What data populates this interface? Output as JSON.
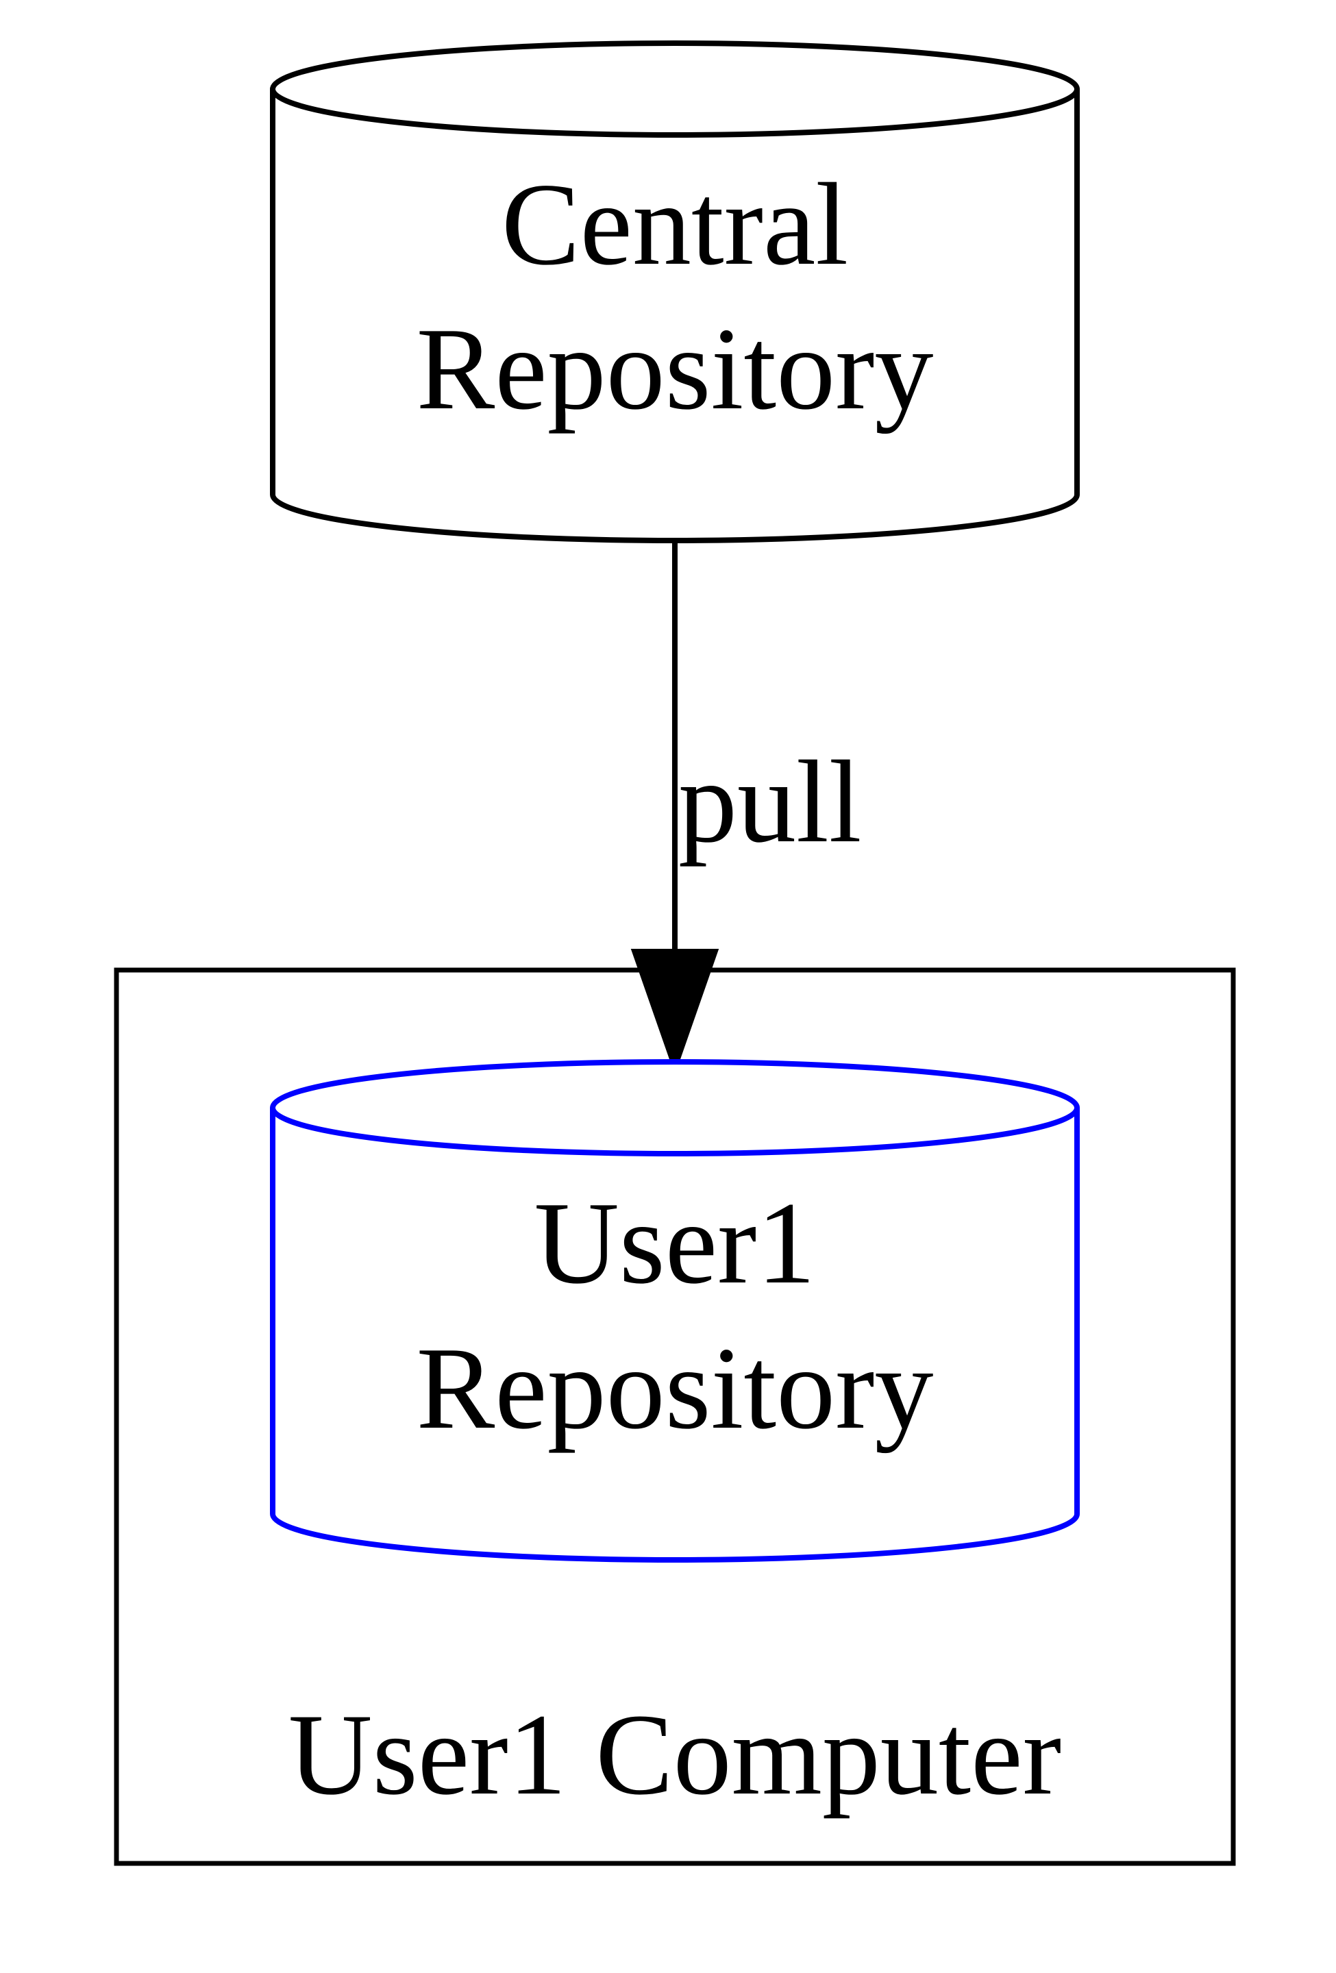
{
  "diagram": {
    "nodes": {
      "central": {
        "line1": "Central",
        "line2": "Repository",
        "border_color": "#000000"
      },
      "user1_repo": {
        "line1": "User1",
        "line2": "Repository",
        "border_color": "#0000ff"
      }
    },
    "edges": {
      "pull": {
        "label": "pull",
        "from": "central",
        "to": "user1_repo"
      }
    },
    "clusters": {
      "user1_computer": {
        "label": "User1 Computer",
        "border_color": "#000000"
      }
    }
  }
}
